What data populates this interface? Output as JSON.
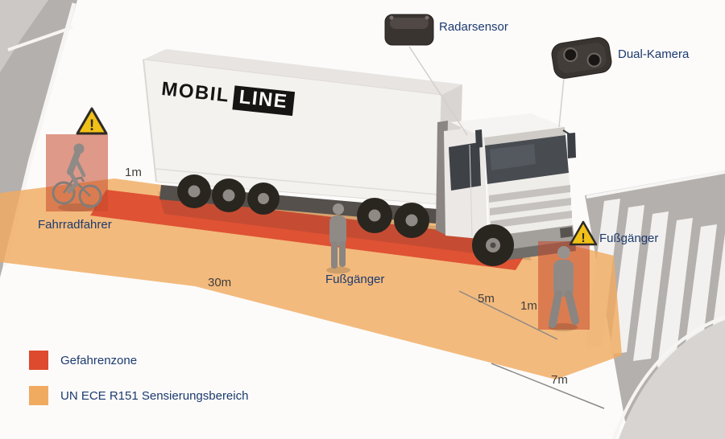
{
  "sensors": {
    "radar_label": "Radarsensor",
    "camera_label": "Dual-Kamera"
  },
  "actors": {
    "cyclist_label": "Fahrradfahrer",
    "pedestrian_side_label": "Fußgänger",
    "pedestrian_front_label": "Fußgänger"
  },
  "measurements": {
    "cyclist_gap": "1m",
    "side_length": "30m",
    "front_distance": "5m",
    "front_gap": "1m",
    "front_width": "7m"
  },
  "truck": {
    "brand_primary": "MOBIL",
    "brand_secondary": "LINE"
  },
  "zones": {
    "danger_color": "#dd4a2e",
    "sensing_color": "#f0ab61",
    "highlight_color": "#c7492b"
  },
  "legend": {
    "danger_label": "Gefahrenzone",
    "sensing_label": "UN ECE R151 Sensierungsbereich"
  },
  "warning_glyph": "!"
}
